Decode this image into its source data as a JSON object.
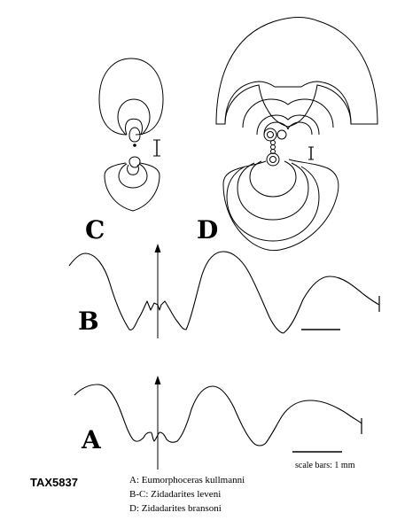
{
  "panels": {
    "A": "A",
    "B": "B",
    "C": "C",
    "D": "D"
  },
  "specimen_code": "TAX5837",
  "scale_bar_label": "scale bars: 1 mm",
  "legend": [
    "A: Eumorphoceras kullmanni",
    "B-C: Zidadarites leveni",
    "D: Zidadarites bransoni"
  ]
}
